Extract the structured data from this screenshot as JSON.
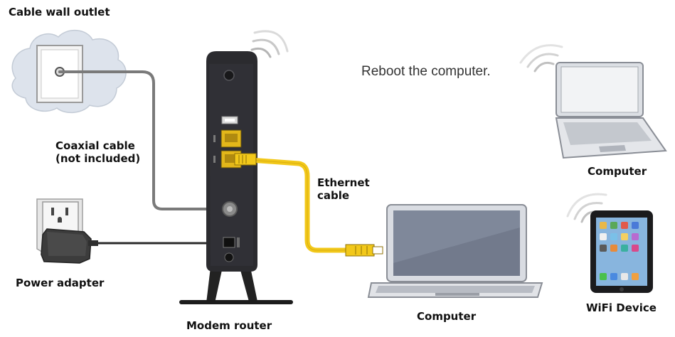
{
  "labels": {
    "cable_wall_outlet": "Cable wall outlet",
    "coaxial_line1": "Coaxial cable",
    "coaxial_line2": "(not included)",
    "power_adapter": "Power adapter",
    "modem_router": "Modem router",
    "ethernet_line1": "Ethernet",
    "ethernet_line2": "cable",
    "computer_wired": "Computer",
    "computer_wireless": "Computer",
    "wifi_device": "WiFi Device"
  },
  "instruction": "Reboot the computer.",
  "colors": {
    "ethernet_cable": "#f2c81a",
    "coax_cable": "#777777",
    "modem_body": "#2a2a2e",
    "cloud": "#dde3ec"
  }
}
